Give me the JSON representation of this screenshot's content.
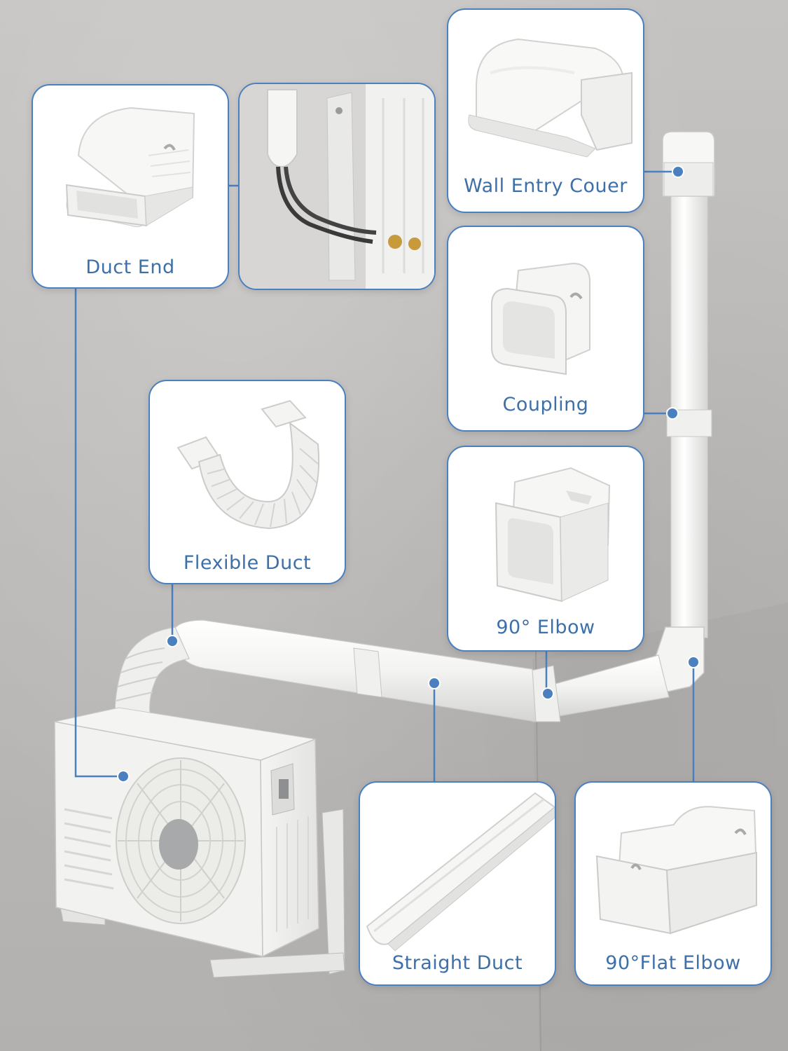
{
  "labels": {
    "duct_end": "Duct End",
    "wall_entry_cover": "Wall Entry Couer",
    "coupling": "Coupling",
    "flexible_duct": "Flexible Duct",
    "elbow_90": "90° Elbow",
    "straight_duct": "Straight Duct",
    "flat_elbow_90": "90°Flat Elbow"
  },
  "colors": {
    "accent": "#4a7fc0",
    "label_text": "#3d6fa8",
    "wall": "#bdbbb9",
    "part_white": "#f6f6f4"
  },
  "icons": {
    "duct_end": "duct-end-icon",
    "wall_entry_cover": "wall-entry-cover-icon",
    "coupling": "coupling-icon",
    "flexible_duct": "flexible-duct-icon",
    "elbow_90": "elbow-90-icon",
    "straight_duct": "straight-duct-icon",
    "flat_elbow_90": "flat-elbow-icon",
    "outdoor_unit": "air-conditioner-outdoor-unit-icon"
  }
}
